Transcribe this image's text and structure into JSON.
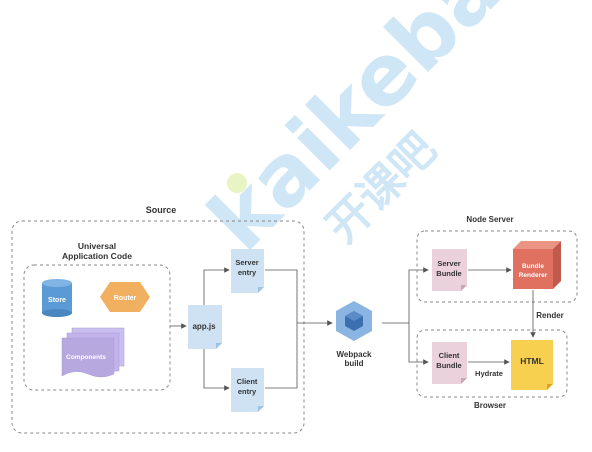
{
  "watermark": {
    "brand": "kaikeba",
    "cn": "开课吧",
    "brand_color": "#cfe6f6",
    "dot_color": "#e8f4c4"
  },
  "source": {
    "title": "Source",
    "universal_title_line1": "Universal",
    "universal_title_line2": "Application Code",
    "store": "Store",
    "router": "Router",
    "components": "Components",
    "app": "app.js",
    "server_entry_line1": "Server",
    "server_entry_line2": "entry",
    "client_entry_line1": "Client",
    "client_entry_line2": "entry"
  },
  "webpack": {
    "line1": "Webpack",
    "line2": "build"
  },
  "node_server": {
    "title": "Node Server",
    "server_bundle_line1": "Server",
    "server_bundle_line2": "Bundle",
    "renderer_line1": "Bundle",
    "renderer_line2": "Renderer"
  },
  "browser": {
    "title": "Browser",
    "client_bundle_line1": "Client",
    "client_bundle_line2": "Bundle",
    "html": "HTML",
    "hydrate": "Hydrate"
  },
  "render_label": "Render",
  "colors": {
    "store": "#5b9bd5",
    "router": "#f0b060",
    "components": "#b8a8e0",
    "file_blue": "#cfe2f3",
    "file_pink": "#ead1dc",
    "renderer": "#e07060",
    "html": "#f8d050",
    "webpack": "#6f9fd6"
  }
}
